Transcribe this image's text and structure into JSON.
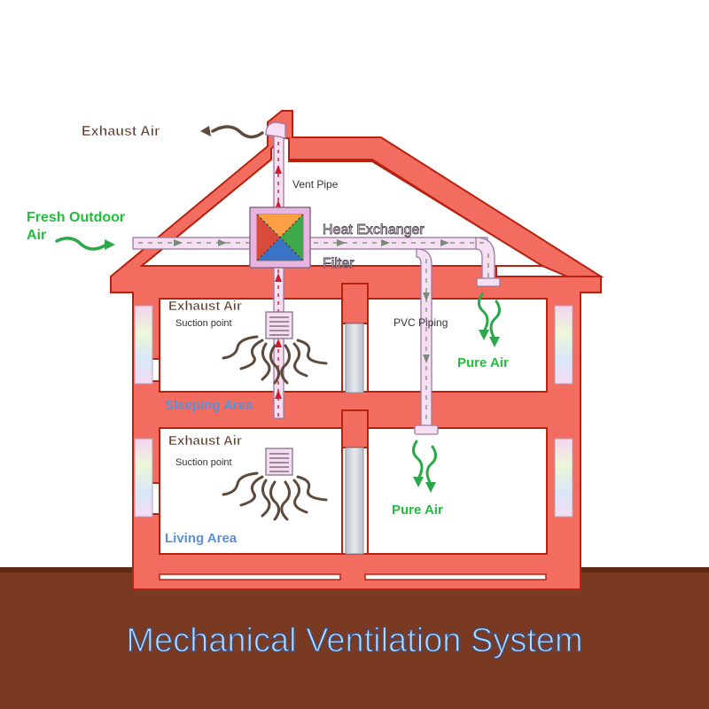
{
  "title": "Mechanical Ventilation System",
  "labels": {
    "exhaust_air_top": "Exhaust Air",
    "vent_pipe": "Vent Pipe",
    "fresh_outdoor_air_line1": "Fresh Outdoor",
    "fresh_outdoor_air_line2": "Air",
    "heat_exchanger": "Heat Exchanger",
    "filter": "Filter",
    "exhaust_air_upper": "Exhaust Air",
    "suction_point_upper": "Suction point",
    "pvc_piping": "PVC Piping",
    "pure_air_upper": "Pure Air",
    "sleeping_area": "Sleeping Area",
    "exhaust_air_lower": "Exhaust Air",
    "suction_point_lower": "Suction point",
    "pure_air_lower": "Pure Air",
    "living_area": "Living Area"
  },
  "colors": {
    "wall_fill": "#f26d5f",
    "wall_stroke": "#b8200f",
    "ground": "#7a3a21",
    "pipe_fill": "#f7dff3",
    "pipe_stroke": "#9b7aa0",
    "label_dark": "#5a3825",
    "label_green": "#1fbf3c",
    "label_blue": "#5b8fd6",
    "title_fill": "#b9dcf7",
    "title_stroke": "#3a4f84",
    "heat_exchanger_box": "#e8b4e0"
  },
  "icons": [
    "exhaust-arrow-icon",
    "fresh-air-arrow-icon",
    "heat-exchanger-icon",
    "suction-grille-icon",
    "pure-air-arrow-icon"
  ]
}
